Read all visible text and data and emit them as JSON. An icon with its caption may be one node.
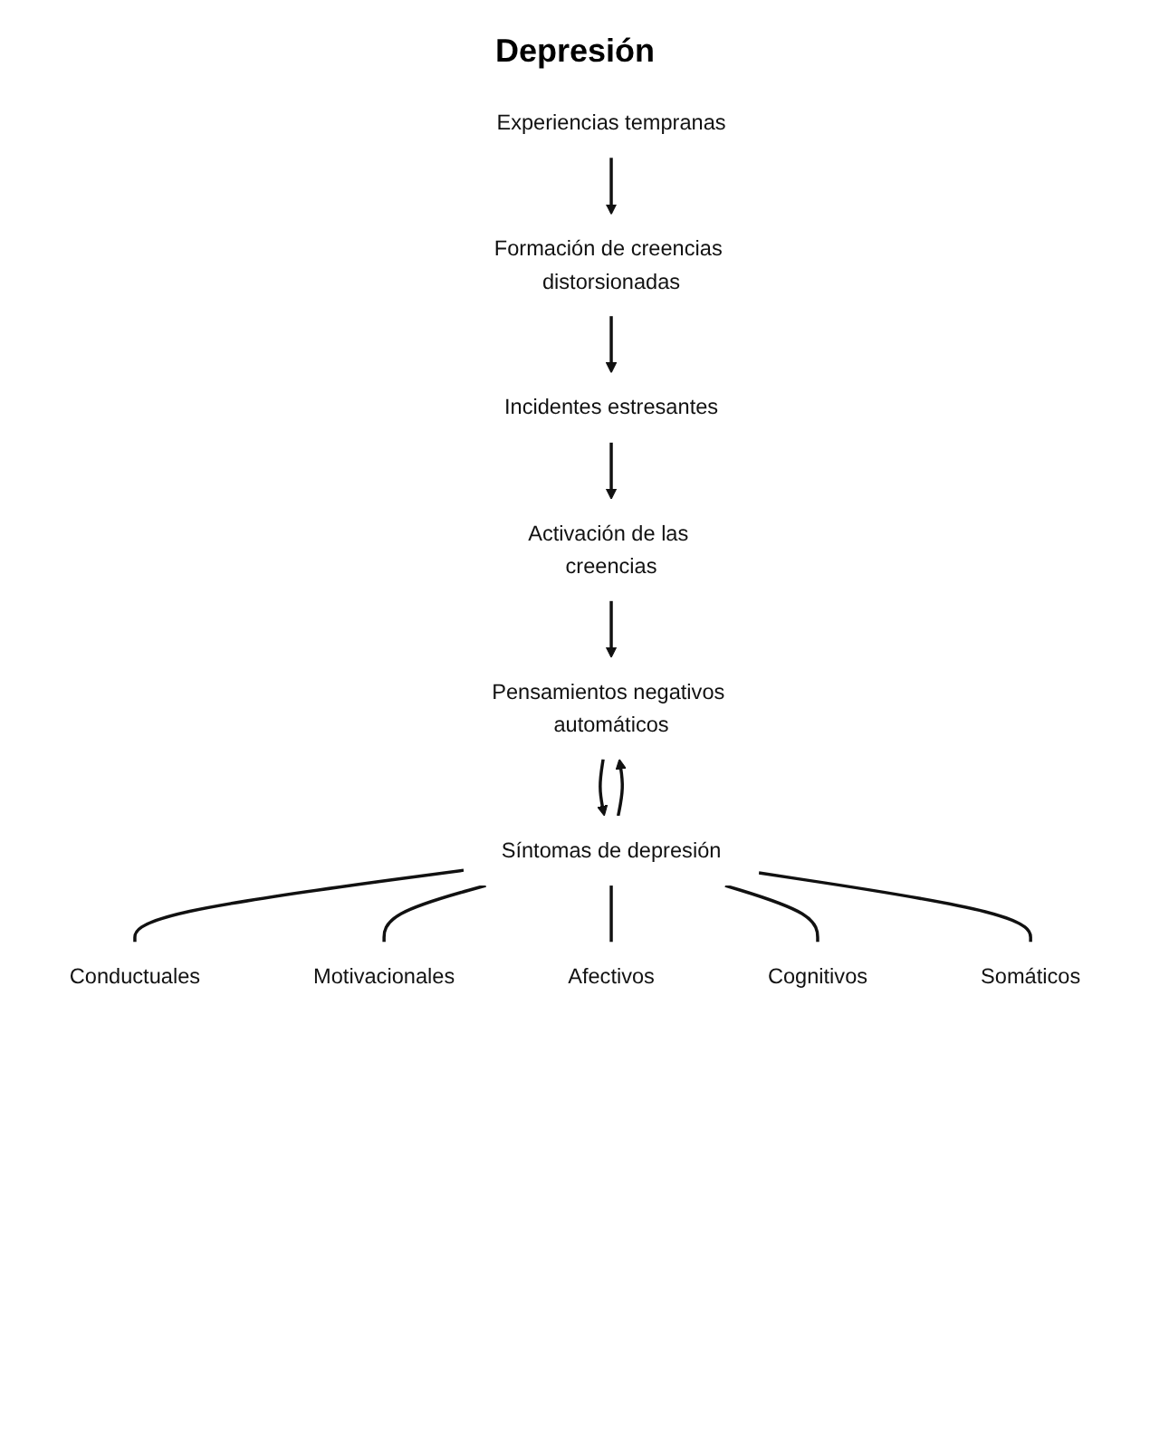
{
  "diagram": {
    "title": "Depresión",
    "nodes": [
      {
        "text": [
          "Experiencias tempranas"
        ]
      },
      {
        "text": [
          "Formación de creencias distorsionadas"
        ]
      },
      {
        "text": [
          "Incidentes estresantes"
        ]
      },
      {
        "text": [
          "Activación de las creencias"
        ]
      },
      {
        "text": [
          "Pensamientos negativos automáticos"
        ]
      },
      {
        "text": [
          "Síntomas de depresión"
        ]
      },
      {
        "text": [
          "Conductuales"
        ]
      },
      {
        "text": [
          "Motivacionales"
        ]
      },
      {
        "text": [
          "Afectivos"
        ]
      },
      {
        "text": [
          "Cognitivos"
        ]
      },
      {
        "text": [
          "Somáticos"
        ]
      }
    ],
    "edges": [
      {
        "from": 0,
        "to": 1,
        "arrow": "to"
      },
      {
        "from": 1,
        "to": 2,
        "arrow": "to"
      },
      {
        "from": 2,
        "to": 3,
        "arrow": "to"
      },
      {
        "from": 3,
        "to": 4,
        "arrow": "to"
      },
      {
        "from": 4,
        "to": 5,
        "arrow": "to"
      },
      {
        "from": 5,
        "to": 4,
        "arrow": "to"
      },
      {
        "from": 5,
        "to": 6,
        "arrow": "none"
      },
      {
        "from": 5,
        "to": 7,
        "arrow": "none"
      },
      {
        "from": 5,
        "to": 8,
        "arrow": "none"
      },
      {
        "from": 5,
        "to": 9,
        "arrow": "none"
      },
      {
        "from": 5,
        "to": 10,
        "arrow": "none"
      }
    ]
  }
}
